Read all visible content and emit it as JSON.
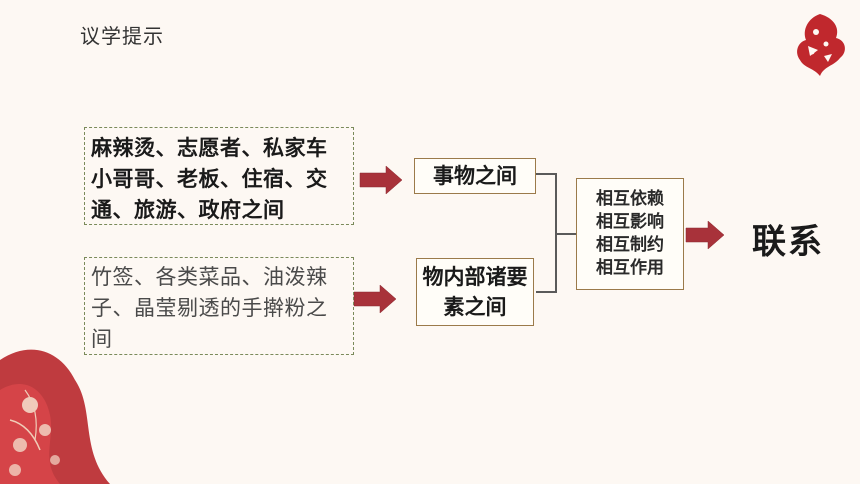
{
  "title": "议学提示",
  "sources": [
    {
      "text": "麻辣烫、志愿者、私家车小哥哥、老板、住宿、交通、旅游、政府之间"
    },
    {
      "text": "竹签、各类菜品、油泼辣子、晶莹剔透的手擀粉之间"
    }
  ],
  "categories": [
    {
      "label": "事物之间"
    },
    {
      "label": "物内部诸要素之间"
    }
  ],
  "relations": [
    "相互依赖",
    "相互影响",
    "相互制约",
    "相互作用"
  ],
  "result": "联系",
  "colors": {
    "background": "#fdf8f3",
    "arrow": "#a8323a",
    "accent_red": "#c0282d",
    "connector": "#5a5a5a"
  }
}
